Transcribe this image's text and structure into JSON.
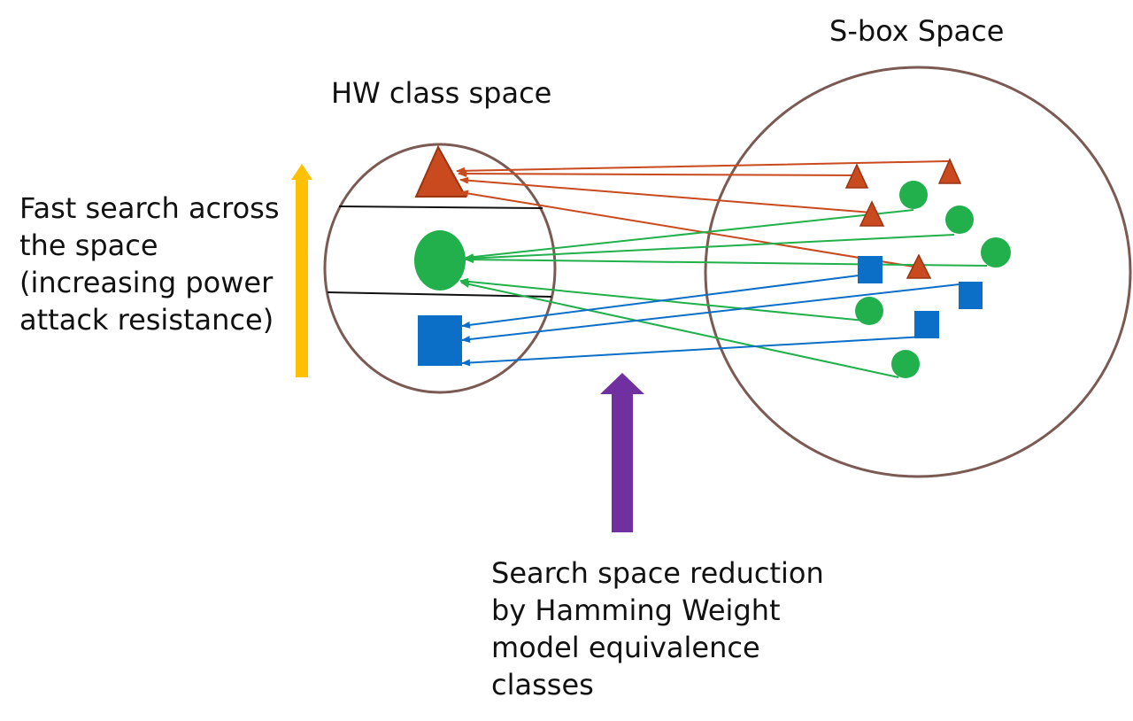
{
  "titles": {
    "sbox_space": "S-box Space",
    "hw_class_space": "HW class space"
  },
  "side_note": {
    "lines": [
      "Fast search across",
      "the space",
      "(increasing power",
      "attack resistance)"
    ]
  },
  "bottom_note": {
    "lines": [
      "Search space reduction",
      "by Hamming Weight",
      "model equivalence",
      "classes"
    ]
  },
  "colors": {
    "triangle": "#c94a1e",
    "circle": "#21b04b",
    "square": "#0b6fc7",
    "yellow_arrow": "#ffc000",
    "purple_arrow": "#7030a0",
    "outline": "#7a5a52"
  }
}
